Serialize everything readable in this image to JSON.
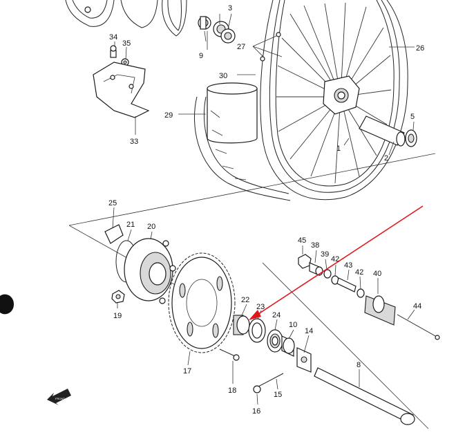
{
  "diagram": {
    "labels": {
      "p1": "1",
      "p2": "2",
      "p3": "3",
      "p5": "5",
      "p8": "8",
      "p9": "9",
      "p10": "10",
      "p14": "14",
      "p15": "15",
      "p16": "16",
      "p17": "17",
      "p18": "18",
      "p19": "19",
      "p20": "20",
      "p21": "21",
      "p22": "22",
      "p23": "23",
      "p24": "24",
      "p25": "25",
      "p26": "26",
      "p27": "27",
      "p29": "29",
      "p30": "30",
      "p33": "33",
      "p34": "34",
      "p35": "35",
      "p38": "38",
      "p39": "39",
      "p40": "40",
      "p42a": "42",
      "p42b": "42",
      "p43": "43",
      "p44": "44",
      "p45": "45"
    },
    "front_badge": "FRONT",
    "highlight_color": "#e0161b"
  }
}
